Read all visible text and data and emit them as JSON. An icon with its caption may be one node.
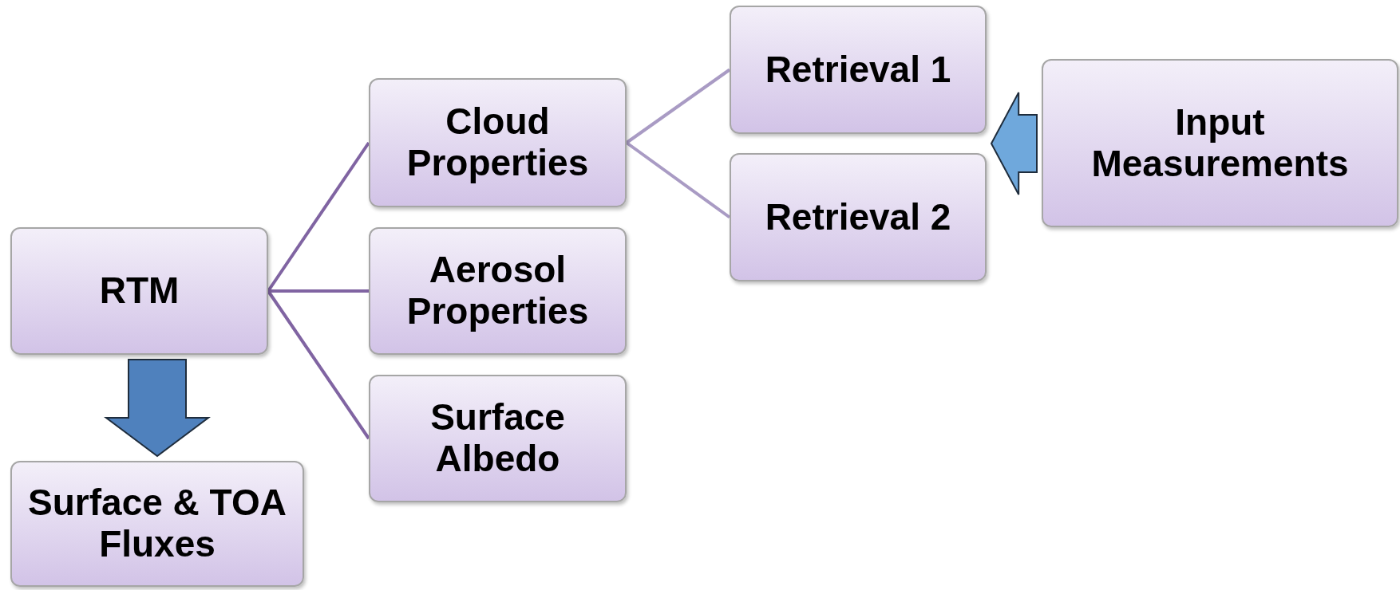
{
  "diagram": {
    "nodes": [
      {
        "text": [
          "RTM"
        ]
      },
      {
        "text": [
          "Surface & TOA Fluxes"
        ]
      },
      {
        "text": [
          "Cloud Properties"
        ]
      },
      {
        "text": [
          "Aerosol Properties"
        ]
      },
      {
        "text": [
          "Surface Albedo"
        ]
      },
      {
        "text": [
          "Retrieval 1"
        ]
      },
      {
        "text": [
          "Retrieval 2"
        ]
      },
      {
        "text": [
          "Input Measurements"
        ]
      }
    ],
    "edges": [
      {
        "from": 0,
        "to": 2,
        "arrow": "none"
      },
      {
        "from": 0,
        "to": 3,
        "arrow": "none"
      },
      {
        "from": 0,
        "to": 4,
        "arrow": "none"
      },
      {
        "from": 2,
        "to": 5,
        "arrow": "none",
        "color": "#a99bc4"
      },
      {
        "from": 2,
        "to": 6,
        "arrow": "none",
        "color": "#a99bc4"
      },
      {
        "from": 0,
        "to": 1,
        "arrow": "to",
        "style": "thick",
        "color": "#4f81bd"
      },
      {
        "from": 7,
        "to": 5,
        "arrow": "to",
        "style": "thick",
        "color": "#6fa8dc"
      },
      {
        "from": 7,
        "to": 6,
        "arrow": "to",
        "style": "thick",
        "color": "#6fa8dc"
      }
    ]
  }
}
